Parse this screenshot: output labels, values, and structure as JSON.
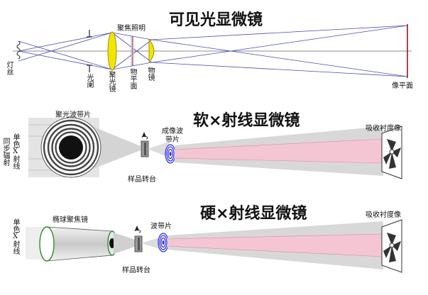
{
  "panels": {
    "visible": {
      "title": "可见光显微镜",
      "labels": {
        "filament": "灯丝",
        "aperture": "光阑",
        "condenser": "聚光镜",
        "focus_illum": "聚焦照明",
        "object_plane": "物平面",
        "objective": "物镜",
        "image_plane": "像平面"
      }
    },
    "soft_xray": {
      "title": "软×射线显微镜",
      "labels": {
        "sync_radiation": "同步辐射",
        "mono_xray": "单色X射线",
        "condenser_zone_plate": "聚光波带片",
        "imaging_zone_plate": "成像波带片",
        "sample_stage": "样品转台",
        "absorption_image": "吸收衬度像"
      }
    },
    "hard_xray": {
      "title": "硬×射线显微镜",
      "labels": {
        "mono_xray": "单色X射线",
        "ellipsoid_condenser": "椭球聚焦镜",
        "zone_plate": "波带片",
        "sample_stage": "样品转台",
        "absorption_image": "吸收衬度像"
      }
    }
  },
  "colors": {
    "lens_yellow": "#f2e600",
    "ray_blue": "#4a4ab8",
    "beam_gray": "#d8d8d8",
    "beam_pink": "#f4c6d4",
    "zone_blue": "#2a2ae0",
    "image_plane_red": "#a01020",
    "ellipsoid_green": "#2e8b2e"
  }
}
